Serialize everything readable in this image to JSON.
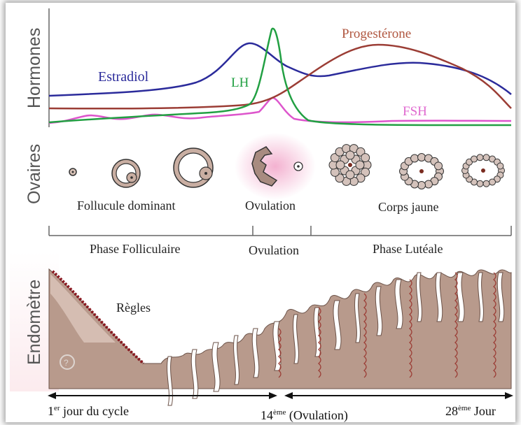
{
  "labels": {
    "hormones": "Hormones",
    "ovaires": "Ovaires",
    "endometre": "Endomètre"
  },
  "curves": {
    "estradiol": "Estradiol",
    "lh": "LH",
    "progesterone": "Progestérone",
    "fsh": "FSH"
  },
  "ovary": {
    "follicule_dominant": "Follucule dominant",
    "ovulation": "Ovulation",
    "corps_jaune": "Corps jaune"
  },
  "phases": {
    "folliculaire": "Phase Folliculaire",
    "ovulation": "Ovulation",
    "luteale": "Phase Lutéale"
  },
  "endometrium": {
    "regles": "Règles"
  },
  "timeline": {
    "day1_num": "1",
    "day1_sup": "er",
    "day1_text": " jour du cycle",
    "day14_num": "14",
    "day14_sup": "ème",
    "day14_text": " (Ovulation)",
    "day28_num": "28",
    "day28_sup": "ème",
    "day28_text": " Jour"
  },
  "colors": {
    "estradiol": "#2b2b9b",
    "lh": "#22a043",
    "progesterone": "#9b3d35",
    "fsh": "#dd55cc",
    "tissue": "#b89a8c",
    "tissue_light": "#d9c3b8",
    "blood": "#8a1820"
  }
}
